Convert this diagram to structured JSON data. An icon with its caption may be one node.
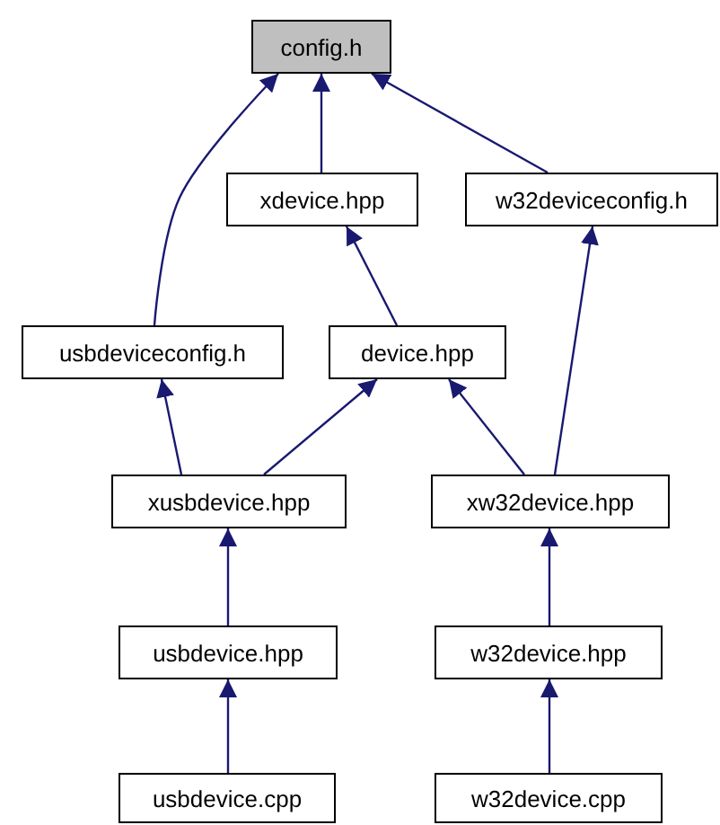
{
  "diagram": {
    "nodes": [
      {
        "text": [
          "config.h"
        ]
      },
      {
        "text": [
          "xdevice.hpp"
        ]
      },
      {
        "text": [
          "w32deviceconfig.h"
        ]
      },
      {
        "text": [
          "usbdeviceconfig.h"
        ]
      },
      {
        "text": [
          "device.hpp"
        ]
      },
      {
        "text": [
          "xusbdevice.hpp"
        ]
      },
      {
        "text": [
          "xw32device.hpp"
        ]
      },
      {
        "text": [
          "usbdevice.hpp"
        ]
      },
      {
        "text": [
          "w32device.hpp"
        ]
      },
      {
        "text": [
          "usbdevice.cpp"
        ]
      },
      {
        "text": [
          "w32device.cpp"
        ]
      }
    ],
    "edges": [
      {
        "from": 1,
        "to": 0,
        "arrow": "to"
      },
      {
        "from": 2,
        "to": 0,
        "arrow": "to"
      },
      {
        "from": 3,
        "to": 0,
        "arrow": "to"
      },
      {
        "from": 4,
        "to": 1,
        "arrow": "to"
      },
      {
        "from": 5,
        "to": 3,
        "arrow": "to"
      },
      {
        "from": 5,
        "to": 4,
        "arrow": "to"
      },
      {
        "from": 6,
        "to": 4,
        "arrow": "to"
      },
      {
        "from": 6,
        "to": 2,
        "arrow": "to"
      },
      {
        "from": 7,
        "to": 5,
        "arrow": "to"
      },
      {
        "from": 8,
        "to": 6,
        "arrow": "to"
      },
      {
        "from": 9,
        "to": 7,
        "arrow": "to"
      },
      {
        "from": 10,
        "to": 8,
        "arrow": "to"
      }
    ]
  }
}
